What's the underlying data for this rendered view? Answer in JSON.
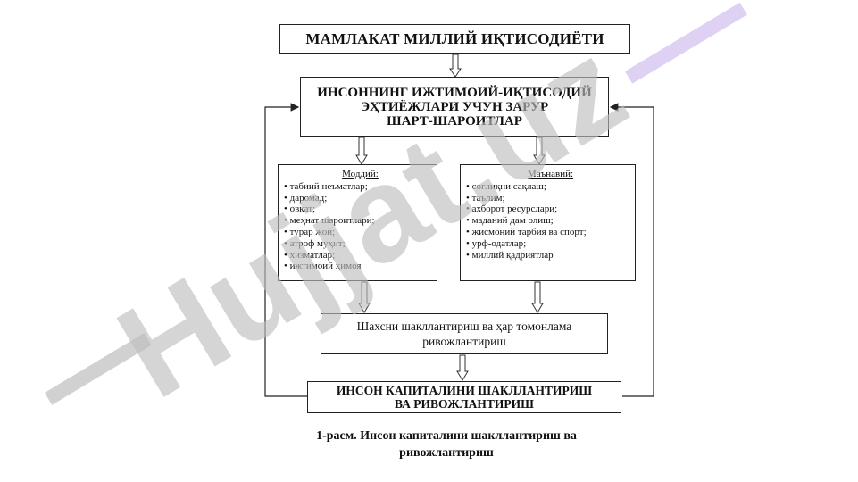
{
  "diagram": {
    "top_box": "МАМЛАКАТ МИЛЛИЙ ИҚТИСОДИЁТИ",
    "second_box": {
      "lines": [
        "ИНСОННИНГ ИЖТИМОИЙ-ИҚТИСОДИЙ",
        "ЭҲТИЁЖЛАРИ УЧУН ЗАРУР",
        "ШАРТ-ШАРОИТЛАР"
      ]
    },
    "material": {
      "title": "Моддий:",
      "items": [
        "табиий неъматлар;",
        "даромад;",
        "овқат;",
        "меҳнат шароитлари;",
        "турар жой;",
        "атроф муҳит;",
        "хизматлар;",
        "ижтимоий ҳимоя"
      ]
    },
    "spiritual": {
      "title": "Маънавий:",
      "items": [
        "соғлиқни сақлаш;",
        "таълим;",
        "ахборот ресурслари;",
        "маданий дам олиш;",
        "жисмоний тарбия ва спорт;",
        "урф-одатлар;",
        "миллий қадриятлар"
      ]
    },
    "middle_box": {
      "lines": [
        "Шахсни шакллантириш ва ҳар томонлама",
        "ривожлантириш"
      ]
    },
    "bottom_box": {
      "lines": [
        "ИНСОН КАПИТАЛИНИ ШАКЛЛАНТИРИШ",
        "ВА РИВОЖЛАНТИРИШ"
      ]
    },
    "caption": {
      "lines": [
        "1-расм. Инсон капиталини шакллантириш ва",
        "ривожлантириш"
      ]
    }
  },
  "watermark": {
    "text": "Hujjat.uz",
    "color": "#bdbdbd",
    "accent_color": "#c9b3ec"
  }
}
